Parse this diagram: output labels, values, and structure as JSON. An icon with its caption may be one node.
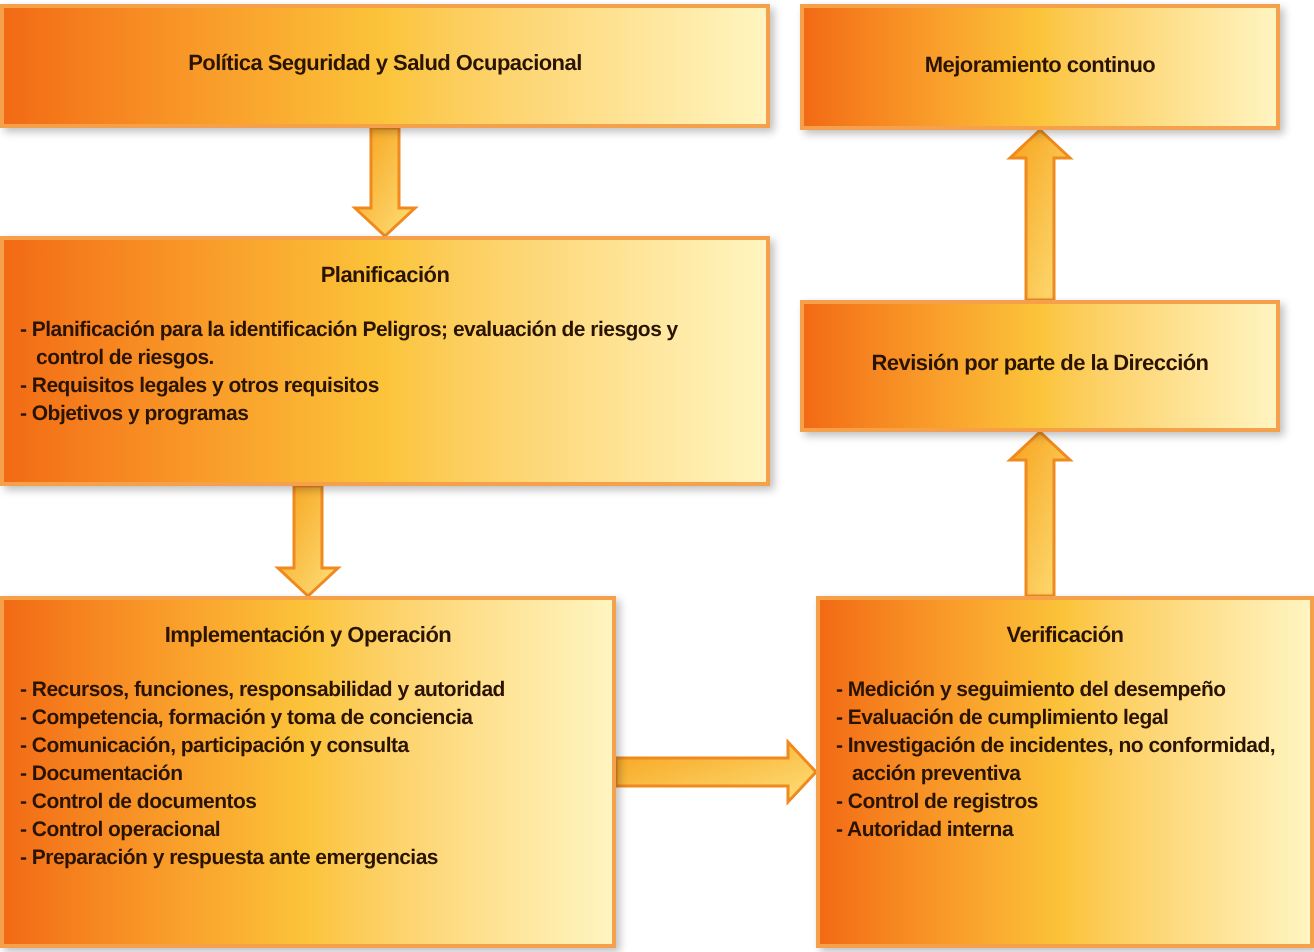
{
  "diagram": {
    "nodes": [
      {
        "text": [
          "Política Seguridad y Salud Ocupacional"
        ]
      },
      {
        "text": [
          "Planificación",
          "- Planificación para la identificación Peligros; evaluación de riesgos y control de riesgos.",
          "- Requisitos legales y otros requisitos",
          "- Objetivos y programas"
        ]
      },
      {
        "text": [
          "Implementación y Operación",
          "- Recursos, funciones, responsabilidad y autoridad",
          "- Competencia, formación y toma de conciencia",
          "- Comunicación, participación y consulta",
          "- Documentación",
          "- Control de documentos",
          "- Control operacional",
          "- Preparación y respuesta ante emergencias"
        ]
      },
      {
        "text": [
          "Verificación",
          "- Medición y seguimiento del desempeño",
          "- Evaluación de cumplimiento legal",
          "- Investigación de incidentes, no conformidad, acción preventiva",
          "- Control de registros",
          "- Autoridad interna"
        ]
      },
      {
        "text": [
          "Revisión por parte de la Dirección"
        ]
      },
      {
        "text": [
          "Mejoramiento continuo"
        ]
      }
    ],
    "edges": [
      {
        "from": 0,
        "to": 1,
        "arrow": "to"
      },
      {
        "from": 1,
        "to": 2,
        "arrow": "to"
      },
      {
        "from": 2,
        "to": 3,
        "arrow": "to"
      },
      {
        "from": 3,
        "to": 4,
        "arrow": "to"
      },
      {
        "from": 4,
        "to": 5,
        "arrow": "to"
      }
    ]
  }
}
